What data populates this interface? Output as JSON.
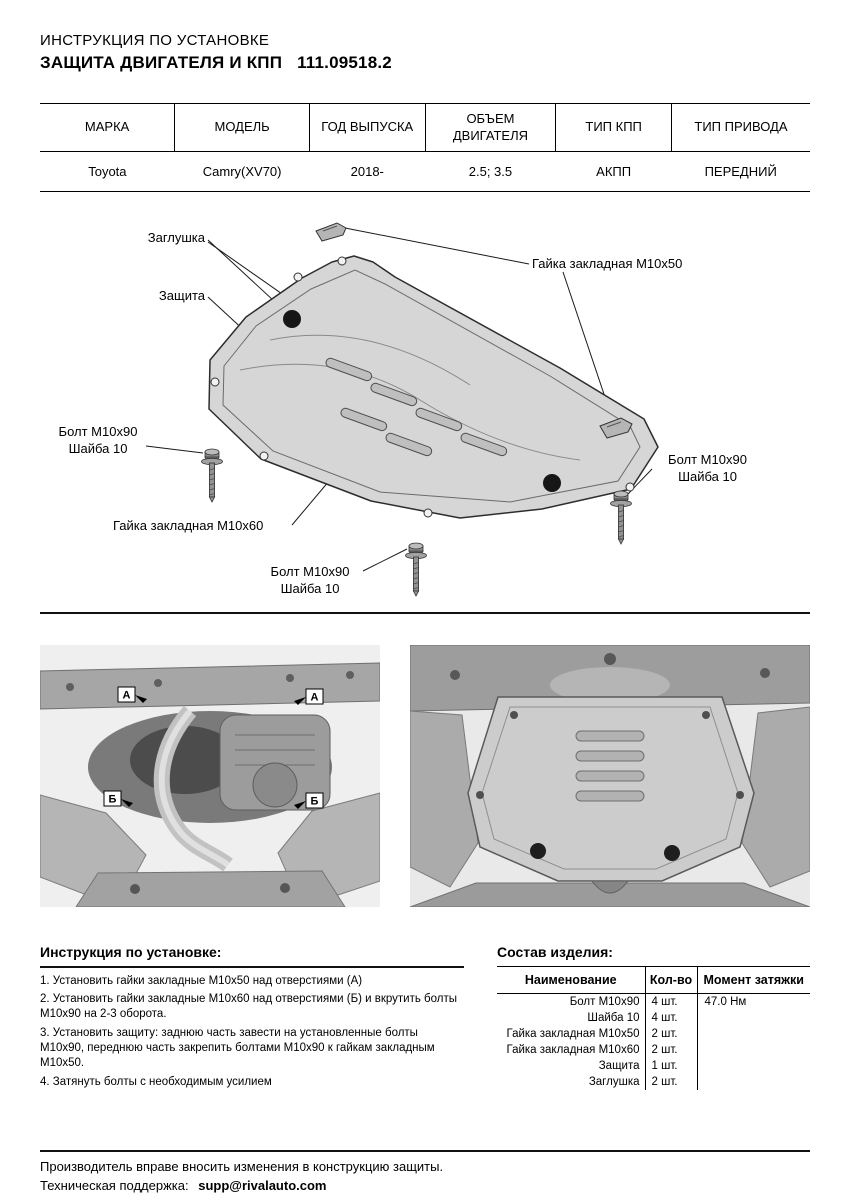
{
  "header": {
    "line1": "ИНСТРУКЦИЯ ПО УСТАНОВКЕ",
    "line2": "ЗАЩИТА ДВИГАТЕЛЯ И КПП",
    "part_number": "111.09518.2"
  },
  "spec_table": {
    "headers": [
      "МАРКА",
      "МОДЕЛЬ",
      "ГОД ВЫПУСКА",
      "ОБЪЕМ ДВИГАТЕЛЯ",
      "ТИП КПП",
      "ТИП ПРИВОДА"
    ],
    "row": [
      "Toyota",
      "Camry(XV70)",
      "2018-",
      "2.5; 3.5",
      "АКПП",
      "ПЕРЕДНИЙ"
    ]
  },
  "diagram": {
    "labels": {
      "plug": "Заглушка",
      "shield": "Защита",
      "nut_m10x50": "Гайка закладная М10х50",
      "nut_m10x60": "Гайка закладная М10х60",
      "bolt": "Болт М10х90",
      "washer": "Шайба 10"
    }
  },
  "photos": {
    "marker_a": "А",
    "marker_b": "Б"
  },
  "instructions": {
    "title": "Инструкция по установке:",
    "steps": [
      "1. Установить гайки закладные М10х50 над отверстиями (А)",
      "2. Установить гайки закладные М10х60 над отверстиями (Б) и вкрутить болты М10х90 на 2-3 оборота.",
      "3. Установить защиту: заднюю часть завести на установленные болты М10х90, переднюю часть закрепить болтами М10х90 к гайкам закладным М10х50.",
      "4. Затянуть болты с необходимым усилием"
    ]
  },
  "parts": {
    "title": "Состав изделия:",
    "headers": [
      "Наименование",
      "Кол-во",
      "Момент затяжки"
    ],
    "rows": [
      [
        "Болт М10х90",
        "4 шт.",
        "47.0 Нм"
      ],
      [
        "Шайба 10",
        "4 шт.",
        ""
      ],
      [
        "Гайка закладная М10х50",
        "2 шт.",
        ""
      ],
      [
        "Гайка закладная М10х60",
        "2 шт.",
        ""
      ],
      [
        "Защита",
        "1 шт.",
        ""
      ],
      [
        "Заглушка",
        "2 шт.",
        ""
      ]
    ]
  },
  "footer": {
    "line1": "Производитель вправе вносить изменения в конструкцию защиты.",
    "support_label": "Техническая поддержка:",
    "support_email": "supp@rivalauto.com"
  }
}
